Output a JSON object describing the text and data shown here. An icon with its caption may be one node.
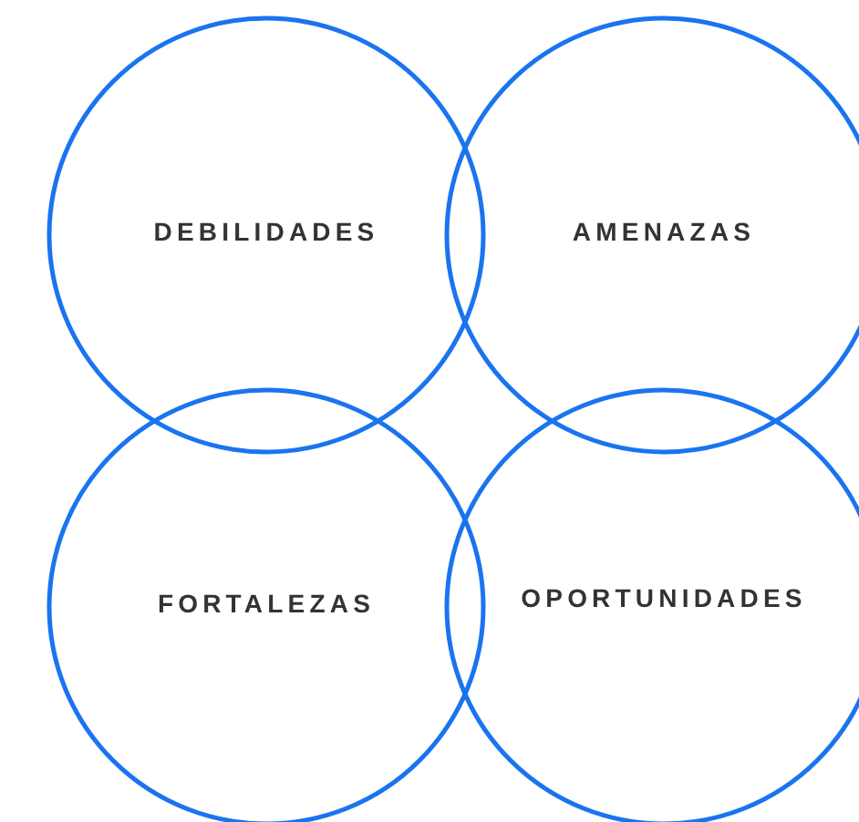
{
  "diagram": {
    "nodes": [
      {
        "text": [
          "DEBILIDADES"
        ]
      },
      {
        "text": [
          "AMENAZAS"
        ]
      },
      {
        "text": [
          "FORTALEZAS"
        ]
      },
      {
        "text": [
          "OPORTUNIDADES"
        ]
      }
    ]
  }
}
